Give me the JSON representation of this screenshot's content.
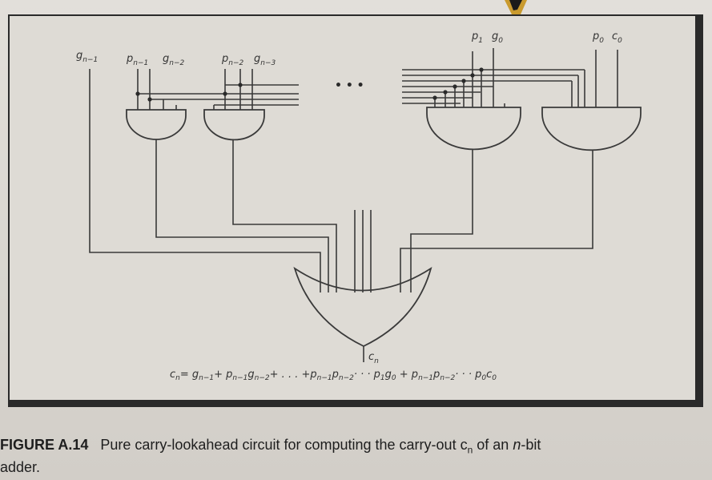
{
  "diagram": {
    "inputs": {
      "g_n1": {
        "base": "g",
        "sub": "n−1"
      },
      "p_n1": {
        "base": "p",
        "sub": "n−1"
      },
      "g_n2": {
        "base": "g",
        "sub": "n−2"
      },
      "p_n2": {
        "base": "p",
        "sub": "n−2"
      },
      "g_n3": {
        "base": "g",
        "sub": "n−3"
      },
      "p_1": {
        "base": "p",
        "sub": "1"
      },
      "g_0": {
        "base": "g",
        "sub": "0"
      },
      "p_0": {
        "base": "p",
        "sub": "0"
      },
      "c_0": {
        "base": "c",
        "sub": "0"
      }
    },
    "ellipsis": "• • •",
    "output": {
      "base": "c",
      "sub": "n"
    },
    "equation": {
      "t1": "c",
      "t1s": "n",
      "t2": "= g",
      "t2s": "n−1",
      "t3": "+ p",
      "t3s": "n−1",
      "t4": "g",
      "t4s": "n−2",
      "t5": "+ . . . +p",
      "t5s": "n−1",
      "t6": "p",
      "t6s": "n−2",
      "t7": "· · · p",
      "t7s": "1",
      "t8": "g",
      "t8s": "0",
      "t9": " + p",
      "t9s": "n−1",
      "t10": "p",
      "t10s": "n−2",
      "t11": "· · · p",
      "t11s": "0",
      "t12": "c",
      "t12s": "0"
    }
  },
  "caption": {
    "figure": "FIGURE A.14",
    "text_part1": "Pure carry-lookahead circuit for computing the carry-out c",
    "text_sub": "n",
    "text_part2": " of an ",
    "text_italic": "n",
    "text_part3": "-bit",
    "line2": "adder."
  }
}
